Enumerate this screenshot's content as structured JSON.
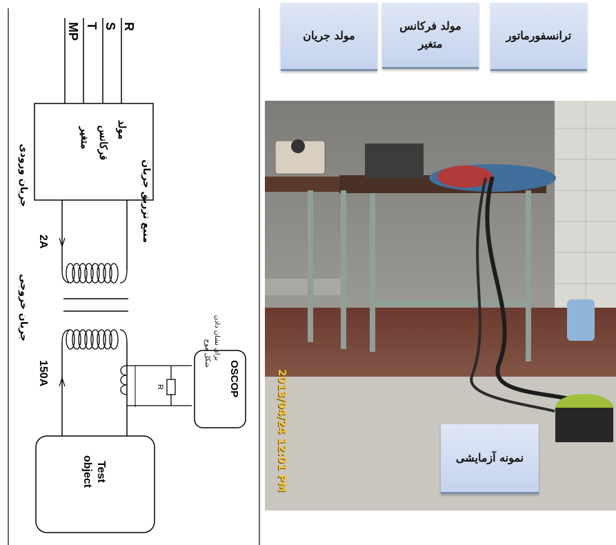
{
  "diagram": {
    "phases": [
      "R",
      "S",
      "T",
      "MP"
    ],
    "generator_label": [
      "مولد",
      "فرکانس",
      "متغیر"
    ],
    "input_current_value": "2A",
    "input_current_label": "جریان ورودی",
    "injector_label": "منبع تزریق جریان",
    "output_current_value": "150A",
    "output_current_label": "جریان خروجی",
    "oscop_title": "OSCOP",
    "oscop_desc_1": "برای نشان دادن",
    "oscop_desc_2": "شکل موج",
    "resistor_label": "R",
    "test_object_1": "Test",
    "test_object_2": "object"
  },
  "labels": {
    "transformer": "ترانسفورماتور",
    "freq_generator": "مولد فرکانس متغیر",
    "current_generator": "مولد جریان",
    "test_sample": "نمونه آزمایشی"
  },
  "photo": {
    "timestamp": "2013/04/24 12:01 PM"
  }
}
